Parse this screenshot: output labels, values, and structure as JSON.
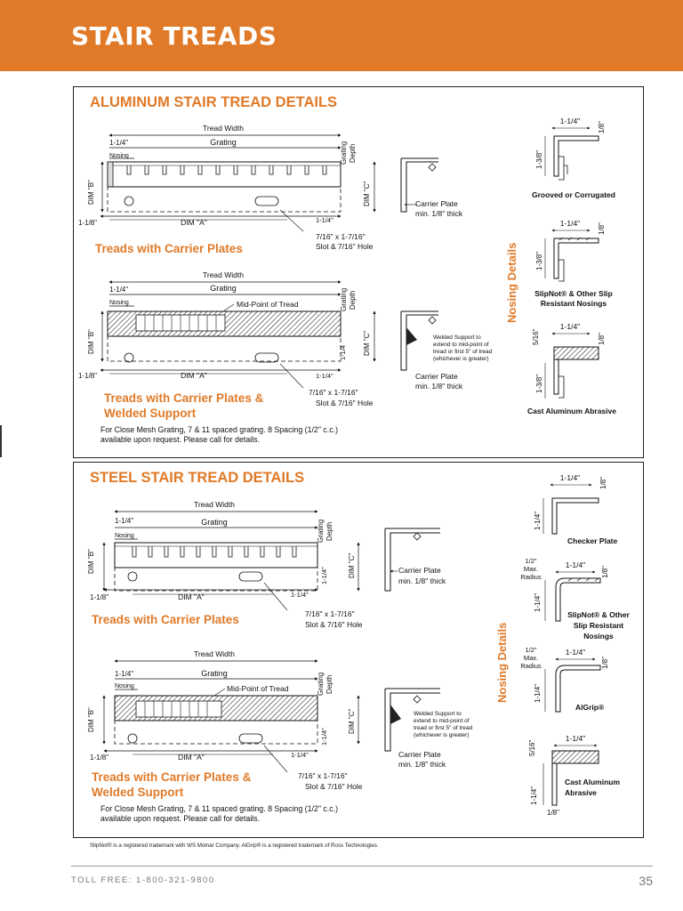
{
  "header": {
    "title": "STAIR TREADS",
    "color": "#e07a28"
  },
  "aluminum": {
    "title": "ALUMINUM STAIR TREAD DETAILS",
    "d1": {
      "tread_width": "Tread Width",
      "grating": "Grating",
      "nose_w": "1-1/4\"",
      "nosing": "Nosing",
      "grating_depth_1": "Grating",
      "grating_depth_2": "Depth",
      "dim_b": "DIM \"B\"",
      "dim_c": "DIM \"C\"",
      "dim_a": "DIM \"A\"",
      "left_offset": "1-1/8\"",
      "right_small": "1-1/4\"",
      "hole_1": "7/16\" x 1-7/16\"",
      "hole_2": "Slot & 7/16\" Hole",
      "plate_1": "Carrier Plate",
      "plate_2": "min. 1/8\" thick",
      "caption": "Treads with Carrier Plates"
    },
    "d2": {
      "tread_width": "Tread Width",
      "grating": "Grating",
      "nose_w": "1-1/4\"",
      "nosing": "Nosing",
      "grating_depth_1": "Grating",
      "grating_depth_2": "Depth",
      "mid_point": "Mid-Point of Tread",
      "dim_b": "DIM \"B\"",
      "dim_c": "DIM \"C\"",
      "dim_a": "DIM \"A\"",
      "left_offset": "1-1/8\"",
      "right_small": "1-1/4\"",
      "right_v": "1-1/4",
      "hole_1": "7/16\" x 1-7/16\"",
      "hole_2": "Slot & 7/16\" Hole",
      "welded_1": "Welded Support to",
      "welded_2": "extend to mid-point of",
      "welded_3": "tread or first 5\" of tread",
      "welded_4": "(whichever is greater)",
      "plate_1": "Carrier Plate",
      "plate_2": "min. 1/8\" thick",
      "caption_1": "Treads with Carrier Plates &",
      "caption_2": "Welded Support"
    },
    "note_1": "For Close Mesh Grating, 7 & 11 spaced grating. 8 Spacing (1/2\" c.c.)",
    "note_2": "available upon request. Please call for details.",
    "nosing_title": "Nosing Details",
    "n1": {
      "w": "1-1/4\"",
      "t": "1/8\"",
      "h": "1-3/8\"",
      "label": "Grooved or Corrugated"
    },
    "n2": {
      "w": "1-1/4\"",
      "t": "1/8\"",
      "h": "1-3/8\"",
      "label_1": "SlipNot® & Other Slip",
      "label_2": "Resistant Nosings"
    },
    "n3": {
      "w": "1-1/4\"",
      "t": "1/8\"",
      "top": "5/16\"",
      "h": "1-3/8\"",
      "label": "Cast Aluminum Abrasive"
    }
  },
  "steel": {
    "title": "STEEL STAIR TREAD DETAILS",
    "d1": {
      "tread_width": "Tread Width",
      "grating": "Grating",
      "nose_w": "1-1/4\"",
      "nosing": "Nosing",
      "grating_depth_1": "Grating",
      "grating_depth_2": "Depth",
      "dim_b": "DIM \"B\"",
      "dim_c": "DIM \"C\"",
      "dim_a": "DIM \"A\"",
      "left_offset": "1-1/8\"",
      "right_small": "1-1/4\"",
      "right_v": "1-1/4\"",
      "hole_1": "7/16\" x 1-7/16\"",
      "hole_2": "Slot & 7/16\" Hole",
      "plate_1": "Carrier Plate",
      "plate_2": "min. 1/8\" thick",
      "caption": "Treads with Carrier Plates"
    },
    "d2": {
      "tread_width": "Tread Width",
      "grating": "Grating",
      "nose_w": "1-1/4\"",
      "nosing": "Nosing",
      "grating_depth_1": "Grating",
      "grating_depth_2": "Depth",
      "mid_point": "Mid-Point of Tread",
      "dim_b": "DIM \"B\"",
      "dim_c": "DIM \"C\"",
      "dim_a": "DIM \"A\"",
      "left_offset": "1-1/8\"",
      "right_small": "1-1/4\"",
      "right_v": "1-1/4\"",
      "hole_1": "7/16\" x 1-7/16\"",
      "hole_2": "Slot & 7/16\" Hole",
      "welded_1": "Welded Support to",
      "welded_2": "extend to mid-point of",
      "welded_3": "tread or first 5\" of tread",
      "welded_4": "(whichever is greater)",
      "plate_1": "Carrier Plate",
      "plate_2": "min. 1/8\" thick",
      "caption_1": "Treads with Carrier Plates &",
      "caption_2": "Welded Support"
    },
    "note_1": "For Close Mesh Grating, 7 & 11 spaced grating. 8 Spacing (1/2\" c.c.)",
    "note_2": "available upon request. Please call for details.",
    "nosing_title": "Nosing Details",
    "n1": {
      "w": "1-1/4\"",
      "t": "1/8\"",
      "h": "1-1/4\"",
      "label": "Checker Plate"
    },
    "n2": {
      "r1": "1/2\"",
      "r2": "Max.",
      "r3": "Radius",
      "w": "1-1/4\"",
      "t": "1/8\"",
      "h": "1-1/4\"",
      "label_1": "SlipNot® & Other",
      "label_2": "Slip Resistant",
      "label_3": "Nosings"
    },
    "n3": {
      "r1": "1/2\"",
      "r2": "Max.",
      "r3": "Radius",
      "w": "1-1/4\"",
      "t": "1/8\"",
      "h": "1-1/4\"",
      "label": "AlGrip®"
    },
    "n4": {
      "w": "1-1/4\"",
      "top": "5/16\"",
      "h": "1-1/4\"",
      "t": "1/8\"",
      "label_1": "Cast Aluminum",
      "label_2": "Abrasive"
    }
  },
  "trademark": "SlipNot® is a registered trademark with WS Molnar Company. AlGrip® is a registered trademark of Ross Technologies.",
  "footer": {
    "toll_free": "TOLL FREE: 1-800-321-9800",
    "page": "35"
  }
}
